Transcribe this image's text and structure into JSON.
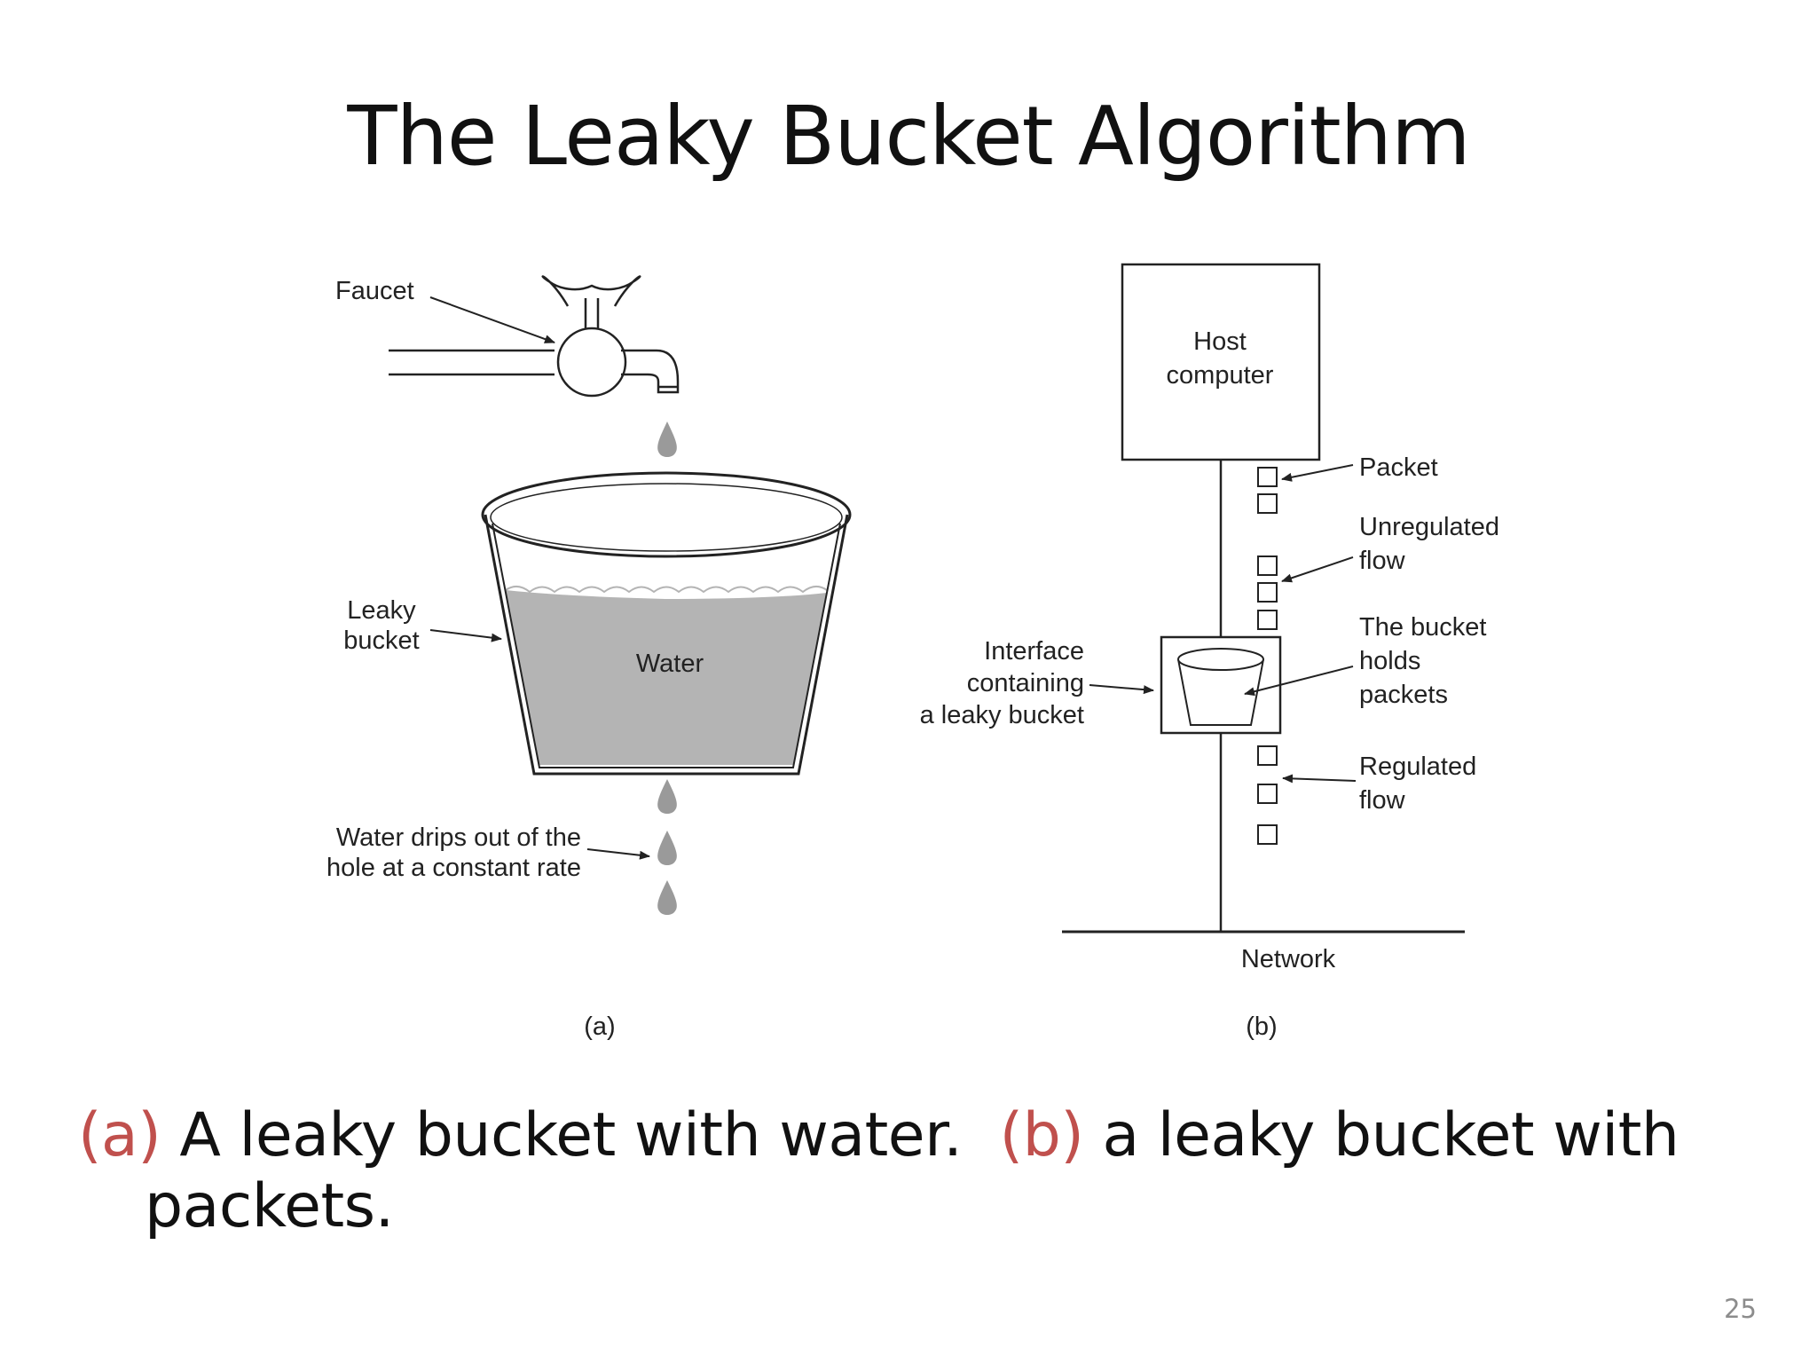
{
  "slide": {
    "title": "The Leaky Bucket Algorithm",
    "page_number": "25"
  },
  "panel_a": {
    "faucet_label": "Faucet",
    "bucket_label_line1": "Leaky",
    "bucket_label_line2": "bucket",
    "water_label": "Water",
    "drip_label_line1": "Water drips out of the",
    "drip_label_line2": "hole at a constant rate",
    "sublabel": "(a)"
  },
  "panel_b": {
    "host_line1": "Host",
    "host_line2": "computer",
    "packet_label": "Packet",
    "unregulated_line1": "Unregulated",
    "unregulated_line2": "flow",
    "holds_line1": "The bucket",
    "holds_line2": "holds",
    "holds_line3": "packets",
    "interface_line1": "Interface",
    "interface_line2": "containing",
    "interface_line3": "a leaky bucket",
    "regulated_line1": "Regulated",
    "regulated_line2": "flow",
    "network_label": "Network",
    "sublabel": "(b)"
  },
  "caption": {
    "a_marker": "(a)",
    "a_text": " A leaky bucket with water.  ",
    "b_marker": "(b)",
    "b_text": " a leaky bucket with",
    "line2": "packets."
  },
  "colors": {
    "water": "#b4b4b4",
    "caption_marker": "#c0504d",
    "line": "#222222"
  }
}
